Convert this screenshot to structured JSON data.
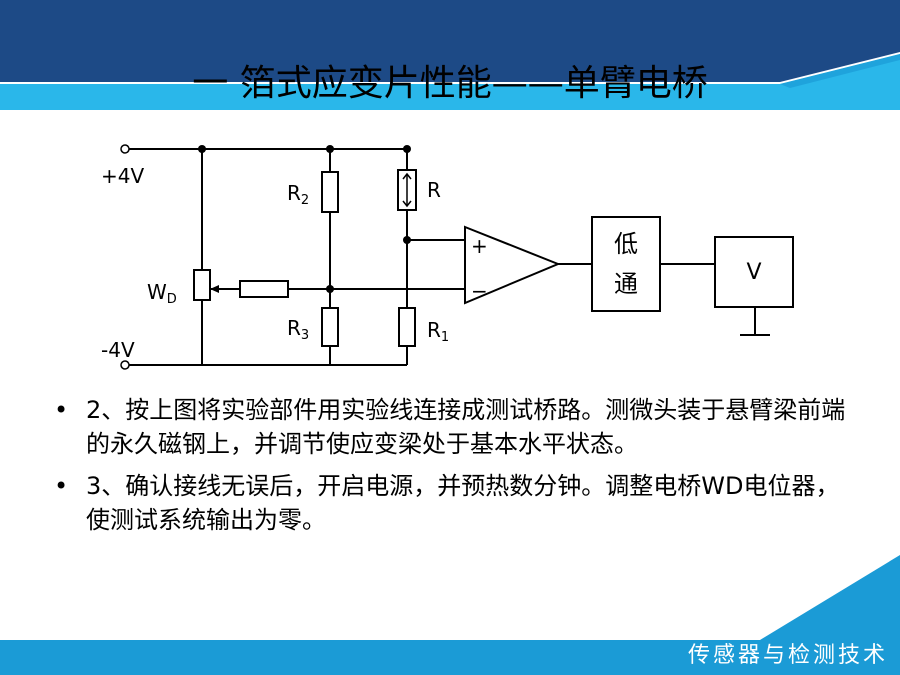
{
  "title": "一   箔式应变片性能——单臂电桥",
  "circuit": {
    "plus_supply": "+4V",
    "minus_supply": "-4V",
    "potentiometer_label": "W",
    "potentiometer_sub": "D",
    "r2_label": "R",
    "r2_sub": "2",
    "r3_label": "R",
    "r3_sub": "3",
    "r_label": "R",
    "r1_label": "R",
    "r1_sub": "1",
    "opamp_plus": "+",
    "opamp_minus": "−",
    "lowpass_line1": "低",
    "lowpass_line2": "通",
    "voltmeter_label": "V"
  },
  "bullets": [
    {
      "marker": "•",
      "text": "2、按上图将实验部件用实验线连接成测试桥路。测微头装于悬臂梁前端的永久磁钢上，并调节使应变梁处于基本水平状态。"
    },
    {
      "marker": "•",
      "text": "3、确认接线无误后，开启电源，并预热数分钟。调整电桥WD电位器，使测试系统输出为零。"
    }
  ],
  "footer": {
    "text": "传感器与检测技术"
  },
  "colors": {
    "header_dark": "#1d4a86",
    "header_light": "#2ab7ea",
    "footer": "#1b9bd6",
    "white": "#ffffff"
  }
}
